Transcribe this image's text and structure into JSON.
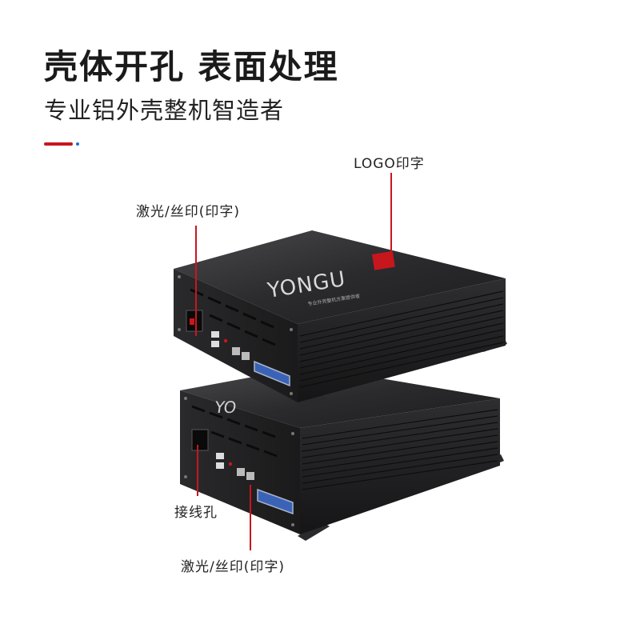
{
  "header": {
    "title": "壳体开孔 表面处理",
    "subtitle": "专业铝外壳整机智造者"
  },
  "callouts": {
    "logo": "LOGO印字",
    "laser_top": "激光/丝印(印字)",
    "connector": "接线孔",
    "laser_bottom": "激光/丝印(印字)"
  },
  "product": {
    "brand": "YONGU",
    "brand_back": "YO",
    "tagline": "专业外壳整机方案提供者"
  },
  "colors": {
    "accent_red": "#c8161d",
    "accent_blue": "#1e6fd9",
    "enclosure": "#1f1f21"
  }
}
